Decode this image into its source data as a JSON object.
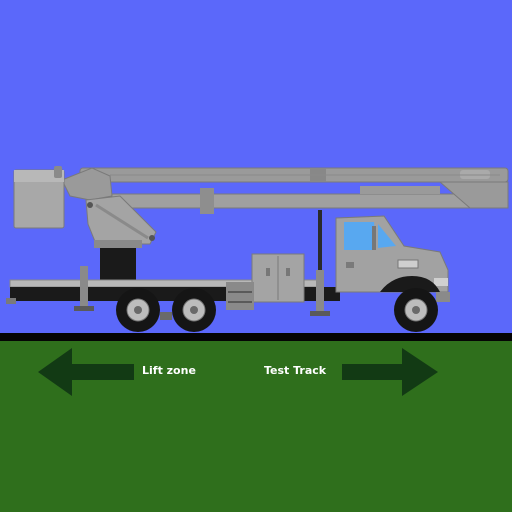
{
  "colors": {
    "sky": "#5b68fa",
    "grass": "#2f6f1c",
    "road": "#050505",
    "arrow": "#123a14",
    "truck_gray": "#9a9a9a",
    "truck_light": "#b4b4b4",
    "truck_dark": "#6e6e6e",
    "window": "#58a8f0",
    "tire": "#151515",
    "frame": "#202020"
  },
  "navigation": {
    "left_label": "Lift zone",
    "right_label": "Test Track",
    "left_icon": "arrow-left-icon",
    "right_icon": "arrow-right-icon"
  },
  "scene": {
    "vehicle": "bucket truck",
    "wheel_count": 3
  }
}
